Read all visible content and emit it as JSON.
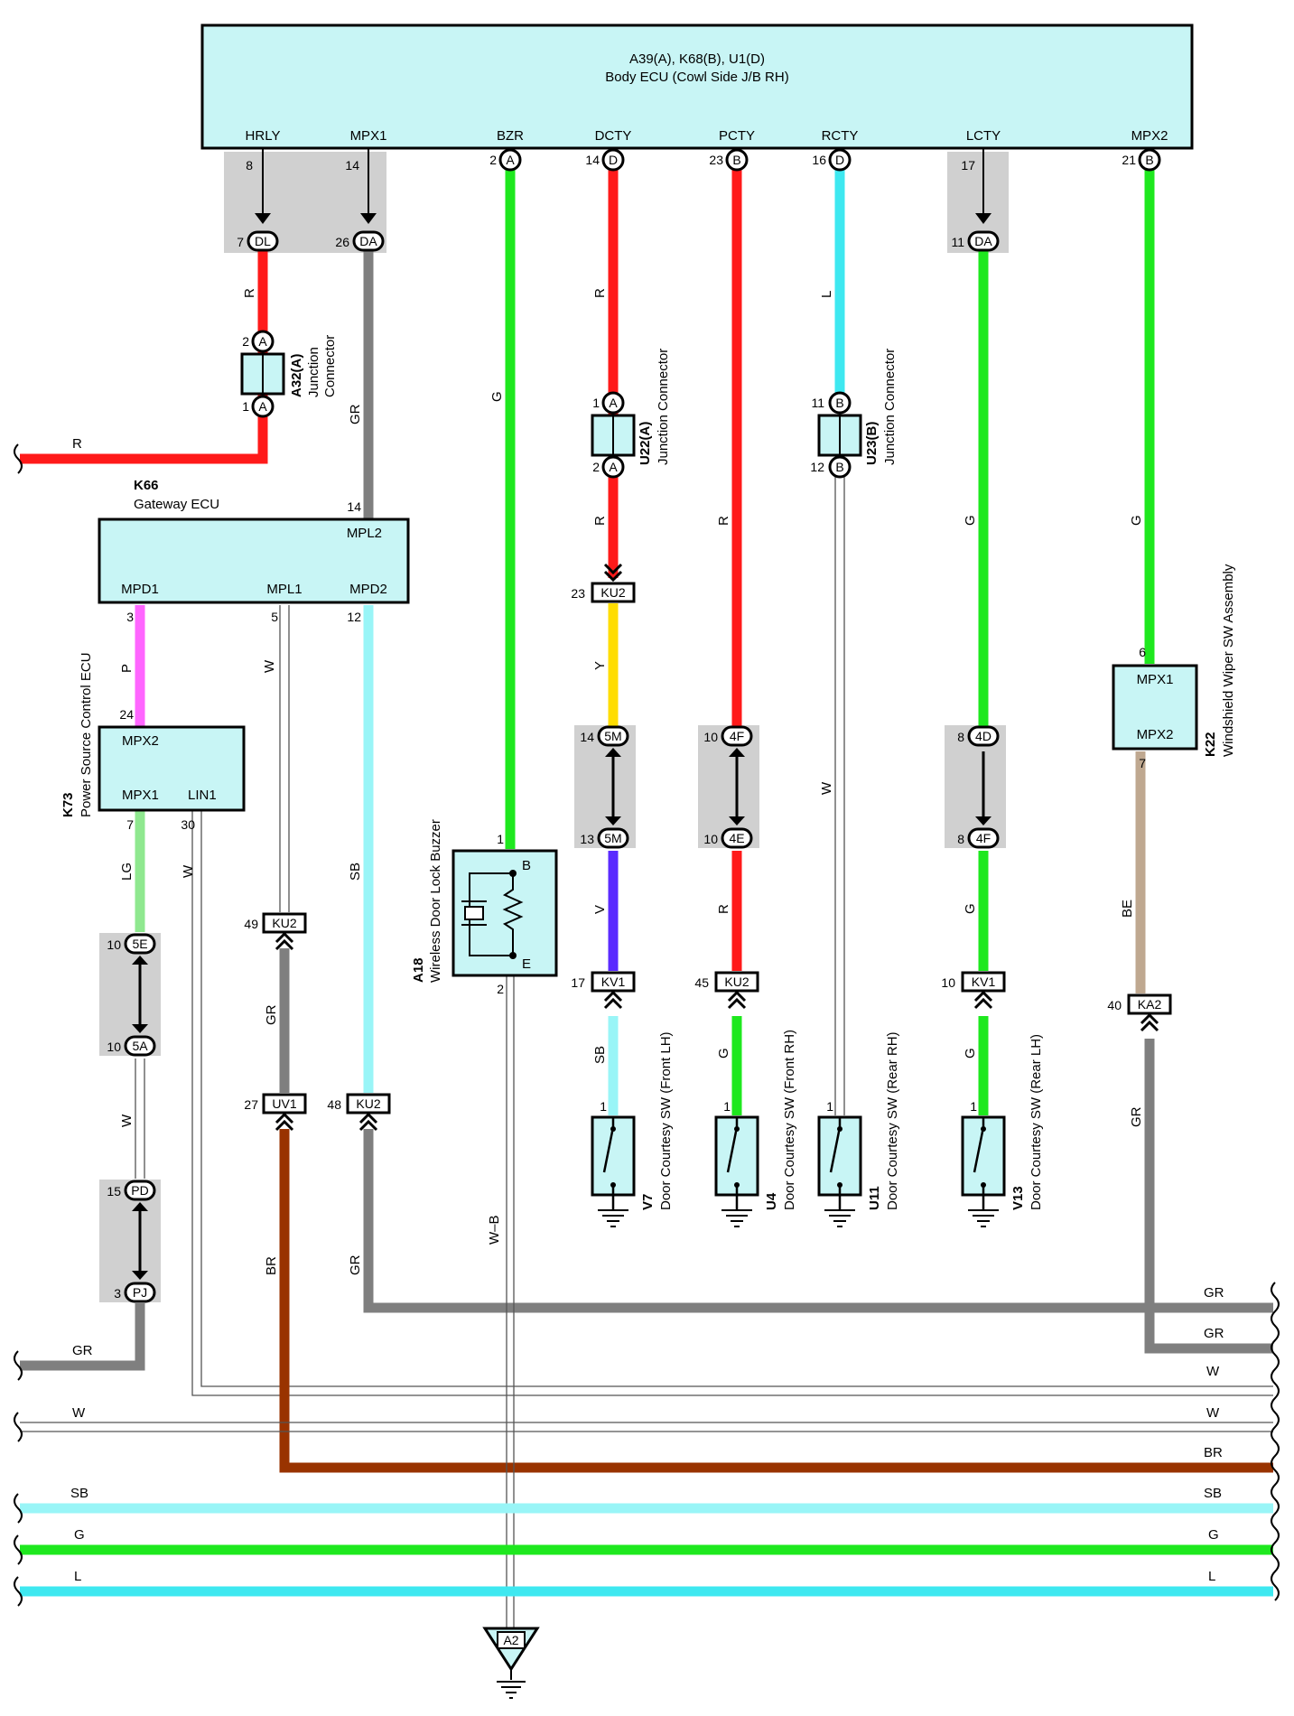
{
  "body_ecu": {
    "title": "A39(A), K68(B), U1(D)",
    "subtitle": "Body ECU (Cowl Side J/B RH)",
    "terminals": [
      "HRLY",
      "MPX1",
      "BZR",
      "DCTY",
      "PCTY",
      "RCTY",
      "LCTY",
      "MPX2"
    ],
    "pins": [
      "8",
      "14",
      "2",
      "14",
      "23",
      "16",
      "17",
      "21"
    ],
    "pin_codes": [
      "",
      "",
      "A",
      "D",
      "B",
      "D",
      "",
      "B"
    ]
  },
  "jb_connectors": {
    "dl": {
      "pin": "7",
      "code": "DL"
    },
    "da1": {
      "pin": "26",
      "code": "DA"
    },
    "da2": {
      "pin": "11",
      "code": "DA"
    }
  },
  "a32": {
    "id": "A32(A)",
    "name": "Junction Connector",
    "pin_top": "2",
    "pin_bottom": "1",
    "code": "A"
  },
  "u22": {
    "id": "U22(A)",
    "name": "Junction Connector",
    "pin_top": "1",
    "pin_bottom": "2",
    "code": "A"
  },
  "u23": {
    "id": "U23(B)",
    "name": "Junction Connector",
    "pin_top": "11",
    "pin_bottom": "12",
    "code": "B"
  },
  "gateway": {
    "id": "K66",
    "name": "Gateway ECU",
    "terminals": {
      "mpl2": "MPL2",
      "mpd1": "MPD1",
      "mpl1": "MPL1",
      "mpd2": "MPD2"
    },
    "pins": {
      "mpl2": "14",
      "mpd1": "3",
      "mpl1": "5",
      "mpd2": "12"
    }
  },
  "psc_ecu": {
    "id": "K73",
    "name": "Power Source Control ECU",
    "terminals": {
      "mpx2": "MPX2",
      "mpx1": "MPX1",
      "lin1": "LIN1"
    },
    "pins": {
      "mpx2": "24",
      "mpx1": "7",
      "lin1": "30"
    }
  },
  "wiper": {
    "id": "K22",
    "name": "Windshield Wiper SW Assembly",
    "terminals": {
      "mpx1": "MPX1",
      "mpx2": "MPX2"
    },
    "pins": {
      "top": "6",
      "bottom": "7"
    }
  },
  "buzzer": {
    "id": "A18",
    "name": "Wireless Door Lock Buzzer",
    "pins": {
      "top": "1",
      "bottom": "2"
    },
    "terminals": {
      "b": "B",
      "e": "E"
    }
  },
  "door_switches": [
    {
      "id": "V7",
      "name": "Door Courtesy SW (Front LH)",
      "pin": "1"
    },
    {
      "id": "U4",
      "name": "Door Courtesy SW (Front RH)",
      "pin": "1"
    },
    {
      "id": "U11",
      "name": "Door Courtesy SW (Rear RH)",
      "pin": "1"
    },
    {
      "id": "V13",
      "name": "Door Courtesy SW (Rear LH)",
      "pin": "1"
    }
  ],
  "connectors": {
    "ku2_23": {
      "pin": "23",
      "code": "KU2"
    },
    "m5_14": {
      "pin": "14",
      "code": "5M"
    },
    "m5_13": {
      "pin": "13",
      "code": "5M"
    },
    "f4_10": {
      "pin": "10",
      "code": "4F"
    },
    "e4_10": {
      "pin": "10",
      "code": "4E"
    },
    "d4_8": {
      "pin": "8",
      "code": "4D"
    },
    "f4_8": {
      "pin": "8",
      "code": "4F"
    },
    "kv1_17": {
      "pin": "17",
      "code": "KV1"
    },
    "ku2_45": {
      "pin": "45",
      "code": "KU2"
    },
    "kv1_10": {
      "pin": "10",
      "code": "KV1"
    },
    "ka2_40": {
      "pin": "40",
      "code": "KA2"
    },
    "ku2_49": {
      "pin": "49",
      "code": "KU2"
    },
    "uv1_27": {
      "pin": "27",
      "code": "UV1"
    },
    "ku2_48": {
      "pin": "48",
      "code": "KU2"
    },
    "e5_10": {
      "pin": "10",
      "code": "5E"
    },
    "a5_10": {
      "pin": "10",
      "code": "5A"
    },
    "pd_15": {
      "pin": "15",
      "code": "PD"
    },
    "pj_3": {
      "pin": "3",
      "code": "PJ"
    }
  },
  "ground": {
    "code": "A2"
  },
  "wire_labels": {
    "r": "R",
    "gr": "GR",
    "g": "G",
    "l": "L",
    "p": "P",
    "w": "W",
    "sb": "SB",
    "y": "Y",
    "v": "V",
    "lg": "LG",
    "be": "BE",
    "br": "BR",
    "wb": "W–B"
  },
  "colors": {
    "panel": "#c8f5f5",
    "shade": "#d0d0d0",
    "red": "#ff1a1a",
    "green": "#1ee81e",
    "gray": "#7f7f7f",
    "cyan": "#3ee8f0",
    "lightblue": "#99f5f7",
    "pink": "#ff66ff",
    "yellow": "#ffdd00",
    "violet": "#5a2aff",
    "lightgreen": "#8fe88f",
    "beige": "#bfa890",
    "brown": "#993300"
  }
}
